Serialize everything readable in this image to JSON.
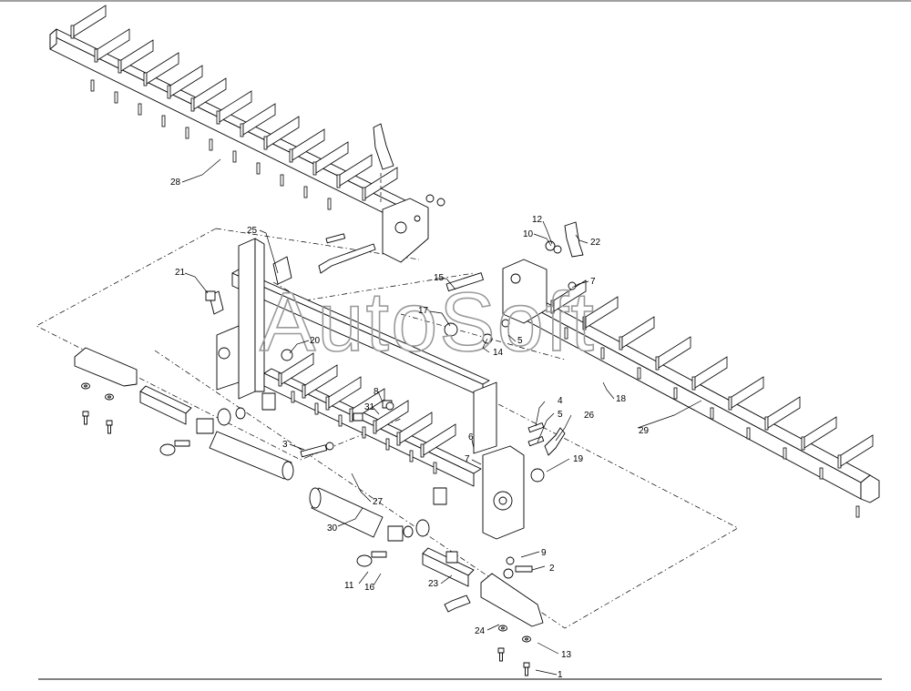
{
  "watermark": "AutoSoft",
  "callouts": {
    "c1": "1",
    "c2": "2",
    "c3": "3",
    "c4": "4",
    "c5a": "5",
    "c5b": "5",
    "c6": "6",
    "c7a": "7",
    "c7b": "7",
    "c8": "8",
    "c9": "9",
    "c10": "10",
    "c11": "11",
    "c12": "12",
    "c13": "13",
    "c14": "14",
    "c15": "15",
    "c16": "16",
    "c17": "17",
    "c18": "18",
    "c19": "19",
    "c20": "20",
    "c21": "21",
    "c22": "22",
    "c23": "23",
    "c24": "24",
    "c25": "25",
    "c26": "26",
    "c27": "27",
    "c28": "28",
    "c29": "29",
    "c30": "30",
    "c31": "31"
  }
}
